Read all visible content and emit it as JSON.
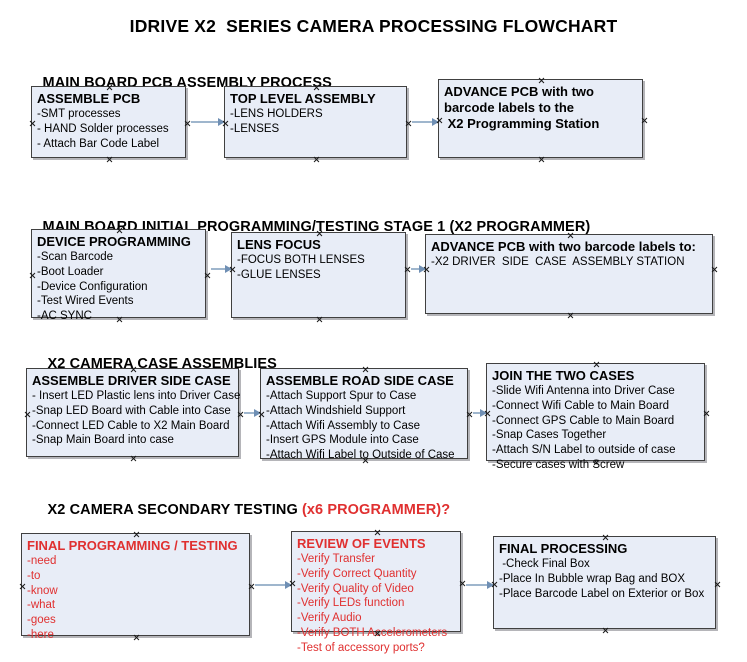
{
  "document": {
    "title": "IDRIVE X2  SERIES CAMERA PROCESSING FLOWCHART"
  },
  "sections": [
    {
      "id": "main-board-pcb-assembly",
      "header": "MAIN BOARD PCB ASSEMBLY PROCESS",
      "header_accent": ""
    },
    {
      "id": "main-board-initial-programming",
      "header": "MAIN BOARD INITIAL PROGRAMMING/TESTING STAGE 1 (X2 PROGRAMMER)",
      "header_accent": ""
    },
    {
      "id": "x2-camera-case-assemblies",
      "header": "X2 CAMERA CASE ASSEMBLIES",
      "header_accent": ""
    },
    {
      "id": "x2-camera-secondary-testing",
      "header": "X2 CAMERA SECONDARY TESTING ",
      "header_accent": "(x6 PROGRAMMER)?"
    }
  ],
  "boxes": {
    "assemble_pcb": {
      "title": "ASSEMBLE PCB",
      "lines": [
        "-SMT processes",
        "- HAND Solder processes",
        "- Attach Bar Code Label"
      ]
    },
    "top_level_assembly": {
      "title": "TOP LEVEL ASSEMBLY",
      "lines": [
        "-LENS HOLDERS",
        "-LENSES"
      ]
    },
    "advance_pcb_station": {
      "title": "ADVANCE PCB with two",
      "lines": [
        "barcode labels to the",
        " X2 Programming Station"
      ]
    },
    "device_programming": {
      "title": "DEVICE PROGRAMMING",
      "lines": [
        "-Scan Barcode",
        "-Boot Loader",
        "-Device Configuration",
        "-Test Wired Events",
        "-AC SYNC"
      ]
    },
    "lens_focus": {
      "title": "LENS FOCUS",
      "lines": [
        "-FOCUS BOTH LENSES",
        "-GLUE LENSES"
      ]
    },
    "advance_pcb_driver_side": {
      "title": "ADVANCE PCB with two barcode labels to:",
      "lines": [
        "-X2 DRIVER  SIDE  CASE  ASSEMBLY STATION"
      ]
    },
    "assemble_driver_side_case": {
      "title": "ASSEMBLE DRIVER SIDE CASE",
      "lines": [
        "- Insert LED Plastic lens into Driver Case",
        "-Snap LED Board with Cable into Case",
        "-Connect LED Cable to X2 Main Board",
        "-Snap Main Board into case"
      ]
    },
    "assemble_road_side_case": {
      "title": "ASSEMBLE ROAD SIDE CASE",
      "lines": [
        "-Attach Support Spur to Case",
        "-Attach Windshield Support",
        "-Attach Wifi Assembly to Case",
        "-Insert GPS Module into Case",
        "-Attach Wifi Label to Outside of Case"
      ]
    },
    "join_the_two_cases": {
      "title": "JOIN THE TWO CASES",
      "lines": [
        "-Slide Wifi Antenna into Driver Case",
        "-Connect Wifi Cable to Main Board",
        "-Connect GPS Cable to Main Board",
        "-Snap Cases Together",
        "-Attach S/N Label to outside of case",
        "-Secure cases with Screw"
      ]
    },
    "final_programming_testing": {
      "title": "FINAL PROGRAMMING / TESTING",
      "lines": [
        "-need",
        "-to",
        "-know",
        "-what",
        "-goes",
        "-here"
      ]
    },
    "review_of_events": {
      "title": "REVIEW OF EVENTS",
      "lines": [
        "-Verify Transfer",
        "-Verify Correct Quantity",
        "-Verify Quality of Video",
        "-Verify LEDs function",
        "-Verify Audio",
        "-Verify BOTH Accelerometers",
        "-Test of accessory ports?"
      ]
    },
    "final_processing": {
      "title": "FINAL PROCESSING",
      "lines": [
        " -Check Final Box",
        "-Place In Bubble wrap Bag and BOX",
        "-Place Barcode Label on Exterior or Box"
      ]
    }
  },
  "colors": {
    "box_fill": "#e8edf7",
    "box_border": "#404040",
    "connector": "#9fb6cd",
    "accent_red": "#e03030",
    "text": "#000000"
  }
}
